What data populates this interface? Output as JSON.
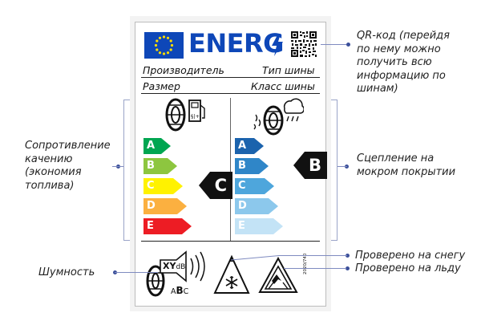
{
  "label": {
    "energy_word": "ENERG",
    "manufacturer": "Производитель",
    "tyre_type": "Тип шины",
    "size": "Размер",
    "tyre_class": "Класс шины",
    "regulation": "2020/740",
    "colors": {
      "eu_blue": "#0e47b8",
      "eu_star": "#ffdd00",
      "frame": "#f3f3f3"
    }
  },
  "fuel_efficiency": {
    "icon": "fuel-pump-tyre-icon",
    "scale": [
      {
        "letter": "A",
        "color": "#00a651"
      },
      {
        "letter": "B",
        "color": "#8dc63f"
      },
      {
        "letter": "C",
        "color": "#fff200"
      },
      {
        "letter": "D",
        "color": "#fbb040"
      },
      {
        "letter": "E",
        "color": "#ed1c24"
      }
    ],
    "rating": "C"
  },
  "wet_grip": {
    "icon": "rain-cloud-tyre-icon",
    "scale": [
      {
        "letter": "A",
        "color": "#1b63ad"
      },
      {
        "letter": "B",
        "color": "#2f86c8"
      },
      {
        "letter": "C",
        "color": "#4ea6dc"
      },
      {
        "letter": "D",
        "color": "#8cc8ec"
      },
      {
        "letter": "E",
        "color": "#c3e3f6"
      }
    ],
    "rating": "B"
  },
  "noise": {
    "icon": "speaker-tyre-icon",
    "value": "XY",
    "unit": "dB",
    "class_before": "A",
    "class_selected": "B",
    "class_after": "C"
  },
  "callouts": {
    "qr": [
      "QR-код (перейдя",
      "по нему можно",
      "получить всю",
      "информацию по",
      "шинам)"
    ],
    "rolling": [
      "Сопротивление",
      "качению",
      "(экономия",
      "топлива)"
    ],
    "wet": [
      "Сцепление на",
      "мокром покрытии"
    ],
    "noise": "Шумность",
    "snow": "Проверено на снегу",
    "ice": "Проверено на льду"
  }
}
